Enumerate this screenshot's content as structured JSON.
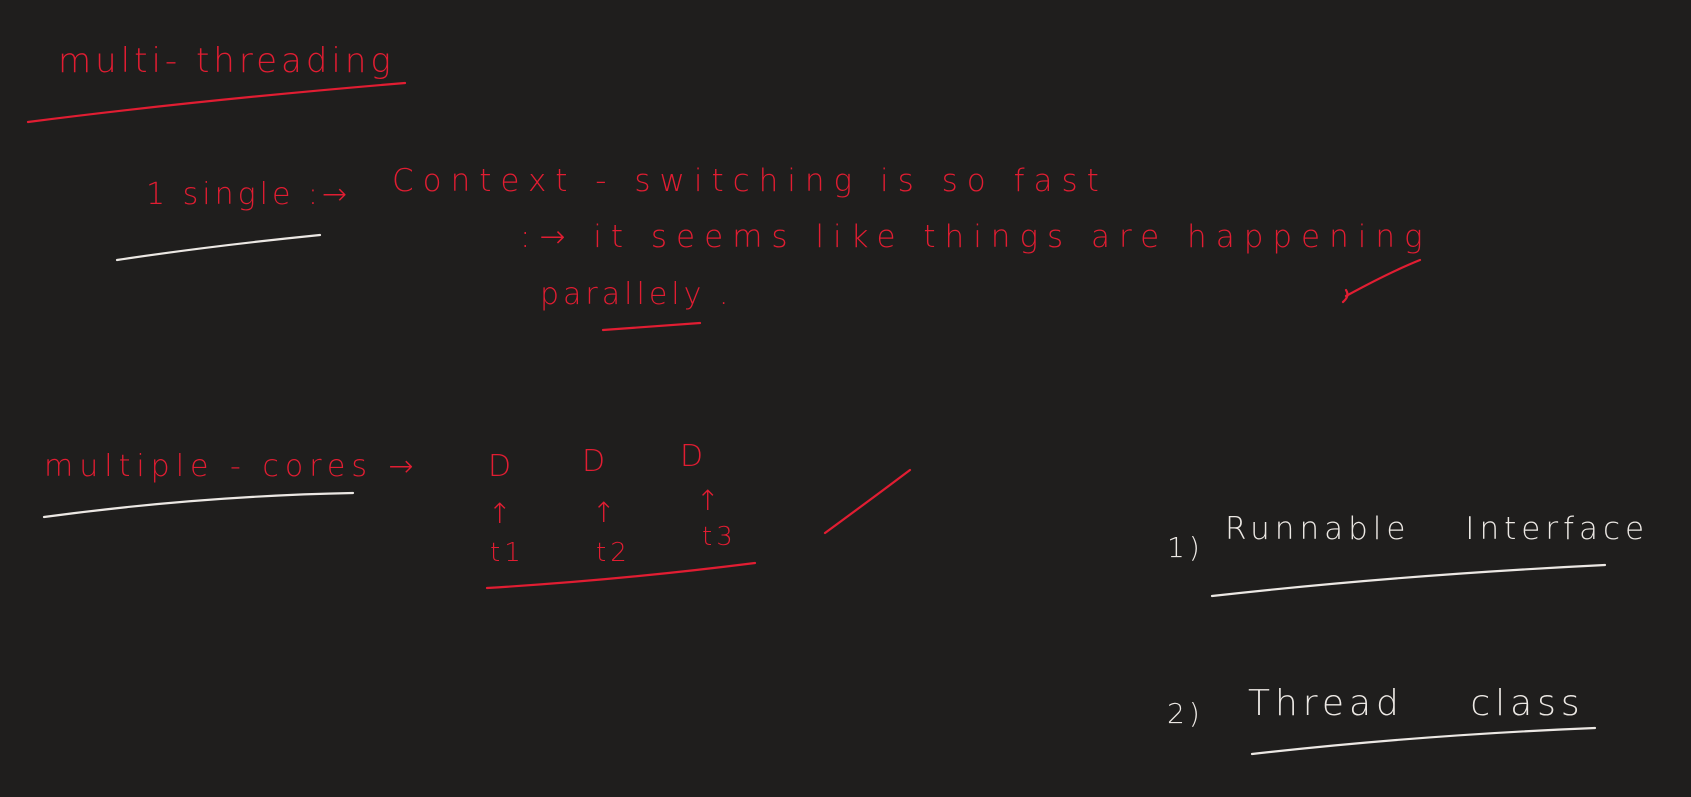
{
  "notes": {
    "title": "multi- threading",
    "single_label": "1 single :→",
    "line1": "Context - switching is so fast",
    "line2": ":→ it seems like things are happening",
    "line3": "parallely .",
    "multiple_label": "multiple - cores →",
    "cores": {
      "box_glyph": "D",
      "arrow_glyph": "↑",
      "threads": [
        "t1",
        "t2",
        "t3"
      ]
    },
    "ways": [
      {
        "num": "1)",
        "text": "Runnable Interface"
      },
      {
        "num": "2)",
        "text": "Thread class"
      }
    ]
  },
  "colors": {
    "background": "#1f1e1d",
    "red_ink": "#e11d32",
    "white_ink": "#ece8e4"
  }
}
